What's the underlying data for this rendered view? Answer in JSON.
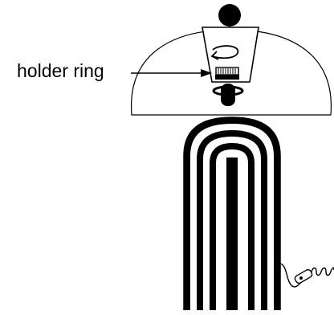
{
  "callout": {
    "label": "holder ring"
  },
  "colors": {
    "ink": "#000000",
    "paper": "#ffffff"
  },
  "parts": [
    "finial-knob",
    "dome-shade",
    "tapered-shade-core",
    "rotate-arrow-icon",
    "holder-ring",
    "lamp-neck",
    "striped-ceramic-base",
    "power-cord",
    "inline-switch",
    "coiled-cord-end"
  ]
}
